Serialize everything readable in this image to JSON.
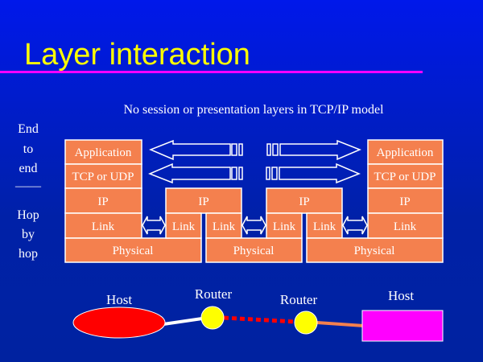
{
  "title": "Layer interaction",
  "subtitle": "No session or presentation layers in TCP/IP model",
  "side_labels": {
    "end_to_end": [
      "End",
      "to",
      "end"
    ],
    "separator": "——",
    "hop_by_hop": [
      "Hop",
      "by",
      "hop"
    ]
  },
  "layers": {
    "application": "Application",
    "transport": "TCP or UDP",
    "network": "IP",
    "link": "Link",
    "physical": "Physical"
  },
  "topology": {
    "host_left": "Host",
    "router_1": "Router",
    "router_2": "Router",
    "host_right": "Host"
  },
  "colors": {
    "title": "#ffff00",
    "rule": "#ff00ff",
    "layer_box": "#f4804e",
    "host_left": "#ff0000",
    "router": "#ffff00",
    "host_right": "#ff00ff"
  }
}
